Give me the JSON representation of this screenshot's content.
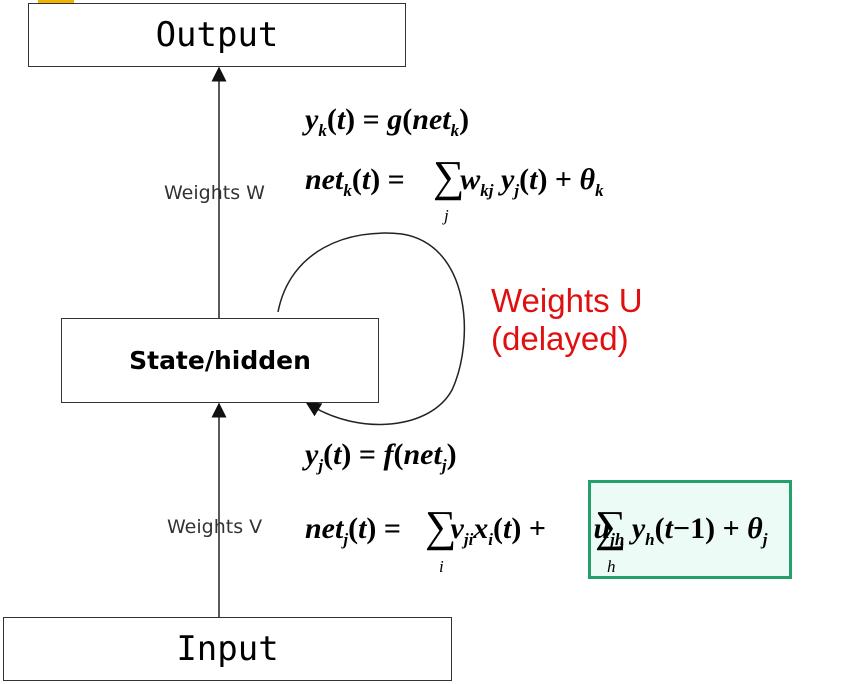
{
  "nodes": {
    "output": "Output",
    "hidden": "State/hidden",
    "input": "Input"
  },
  "edges": {
    "weights_w": "Weights W",
    "weights_v": "Weights V",
    "weights_u_line1": "Weights U",
    "weights_u_line2": "(delayed)"
  },
  "equations": {
    "yk": "y_k(t) = g(net_k)",
    "netk": "net_k(t) = Σ_j w_kj y_j(t) + θ_k",
    "yj": "y_j(t) = f(net_j)",
    "netj": "net_j(t) = Σ_i v_ji x_i(t) + Σ_h u_jh y_h(t−1) + θ_j"
  },
  "colors": {
    "recurrent_label": "#e01010",
    "highlight_border": "#25a06a",
    "highlight_fill": "#ecfbf5",
    "corner_mark": "#f0b400"
  },
  "highlighted_term": "Σ_h u_jh y_h(t−1)"
}
